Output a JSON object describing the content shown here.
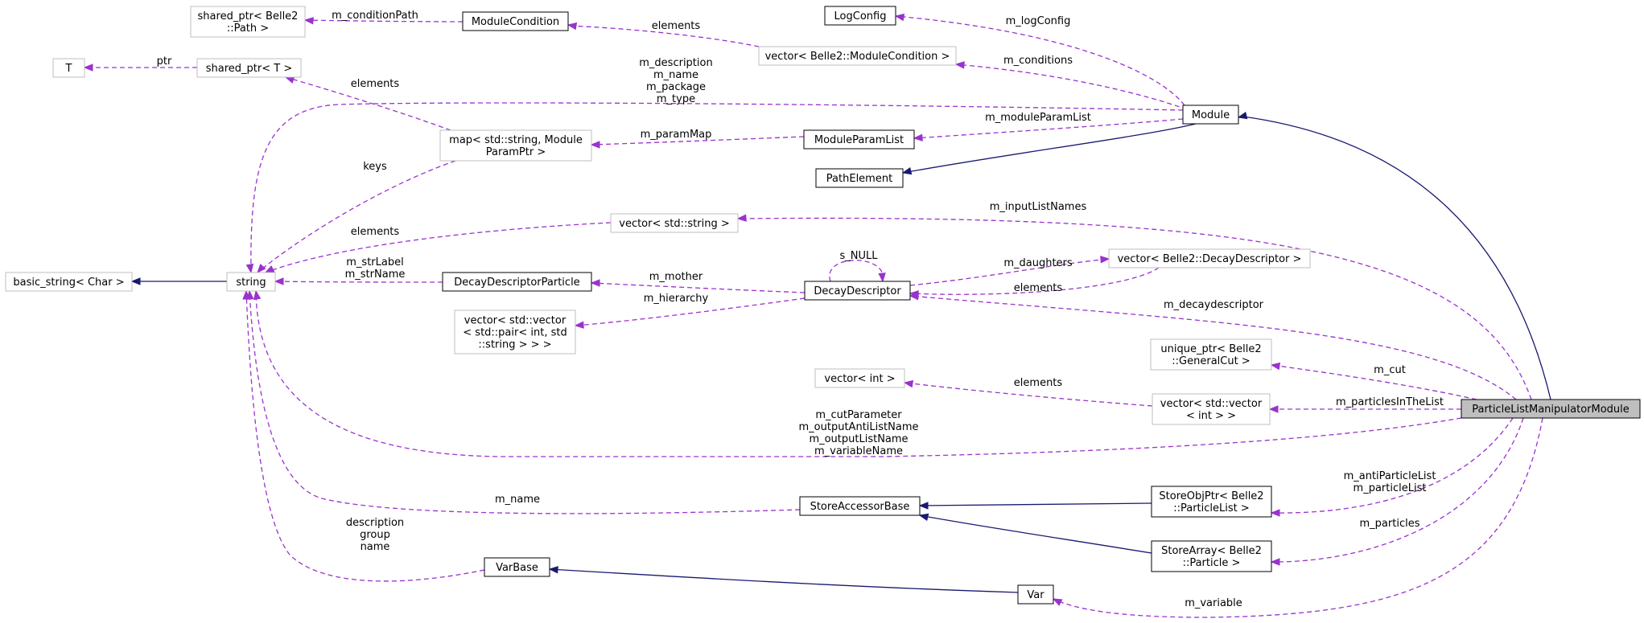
{
  "colors": {
    "inheritance_edge": "#191970",
    "usage_edge": "#9a32cd",
    "documented_border": "#000000",
    "undocumented_border": "#bfbfbf",
    "focus_fill": "#bfbfbf"
  },
  "nodes": {
    "particle_list_manipulator_module": {
      "lines": [
        "ParticleListManipulatorModule"
      ]
    },
    "module": {
      "lines": [
        "Module"
      ]
    },
    "path_element": {
      "lines": [
        "PathElement"
      ]
    },
    "log_config": {
      "lines": [
        "LogConfig"
      ]
    },
    "module_condition": {
      "lines": [
        "ModuleCondition"
      ]
    },
    "vector_module_condition": {
      "lines": [
        "vector< Belle2::ModuleCondition >"
      ]
    },
    "shared_ptr_path": {
      "lines": [
        "shared_ptr< Belle2",
        "::Path >"
      ]
    },
    "T": {
      "lines": [
        "T"
      ]
    },
    "shared_ptr_T": {
      "lines": [
        "shared_ptr< T >"
      ]
    },
    "map_string_module_param": {
      "lines": [
        "map< std::string, Module",
        "ParamPtr >"
      ]
    },
    "module_param_list": {
      "lines": [
        "ModuleParamList"
      ]
    },
    "basic_string_char": {
      "lines": [
        "basic_string< Char >"
      ]
    },
    "string": {
      "lines": [
        "string"
      ]
    },
    "vector_std_string": {
      "lines": [
        "vector< std::string >"
      ]
    },
    "decay_descriptor_particle": {
      "lines": [
        "DecayDescriptorParticle"
      ]
    },
    "decay_descriptor": {
      "lines": [
        "DecayDescriptor"
      ]
    },
    "vector_decay_descriptor": {
      "lines": [
        "vector< Belle2::DecayDescriptor >"
      ]
    },
    "vector_vector_pair": {
      "lines": [
        "vector< std::vector",
        "< std::pair< int, std",
        "::string > > >"
      ]
    },
    "vector_int": {
      "lines": [
        "vector< int >"
      ]
    },
    "vector_vector_int": {
      "lines": [
        "vector< std::vector",
        "< int > >"
      ]
    },
    "unique_ptr_general_cut": {
      "lines": [
        "unique_ptr< Belle2",
        "::GeneralCut >"
      ]
    },
    "store_accessor_base": {
      "lines": [
        "StoreAccessorBase"
      ]
    },
    "store_obj_ptr_particle_list": {
      "lines": [
        "StoreObjPtr< Belle2",
        "::ParticleList >"
      ]
    },
    "store_array_particle": {
      "lines": [
        "StoreArray< Belle2",
        "::Particle >"
      ]
    },
    "var_base": {
      "lines": [
        "VarBase"
      ]
    },
    "var": {
      "lines": [
        "Var"
      ]
    }
  },
  "edge_labels": {
    "m_conditionPath": [
      "m_conditionPath"
    ],
    "vec_cond_elements": [
      "elements"
    ],
    "m_logConfig": [
      "m_logConfig"
    ],
    "m_conditions": [
      "m_conditions"
    ],
    "ptr": [
      "ptr"
    ],
    "map_elements": [
      "elements"
    ],
    "module_string": [
      "m_description",
      "m_name",
      "m_package",
      "m_type"
    ],
    "m_moduleParamList": [
      "m_moduleParamList"
    ],
    "m_paramMap": [
      "m_paramMap"
    ],
    "keys": [
      "keys"
    ],
    "vec_str_elements": [
      "elements"
    ],
    "m_inputListNames": [
      "m_inputListNames"
    ],
    "ddp_string": [
      "m_strLabel",
      "m_strName"
    ],
    "s_NULL": [
      "s_NULL"
    ],
    "m_daughters": [
      "m_daughters"
    ],
    "vec_dd_elements": [
      "elements"
    ],
    "m_mother": [
      "m_mother"
    ],
    "m_hierarchy": [
      "m_hierarchy"
    ],
    "m_decaydescriptor": [
      "m_decaydescriptor"
    ],
    "m_cut": [
      "m_cut"
    ],
    "vec_int_elements": [
      "elements"
    ],
    "m_particlesInTheList": [
      "m_particlesInTheList"
    ],
    "plmm_string": [
      "m_cutParameter",
      "m_outputAntiListName",
      "m_outputListName",
      "m_variableName"
    ],
    "m_name": [
      "m_name"
    ],
    "m_anti_particle_list": [
      "m_antiParticleList",
      "m_particleList"
    ],
    "m_particles": [
      "m_particles"
    ],
    "varbase_string": [
      "description",
      "group",
      "name"
    ],
    "m_variable": [
      "m_variable"
    ]
  }
}
